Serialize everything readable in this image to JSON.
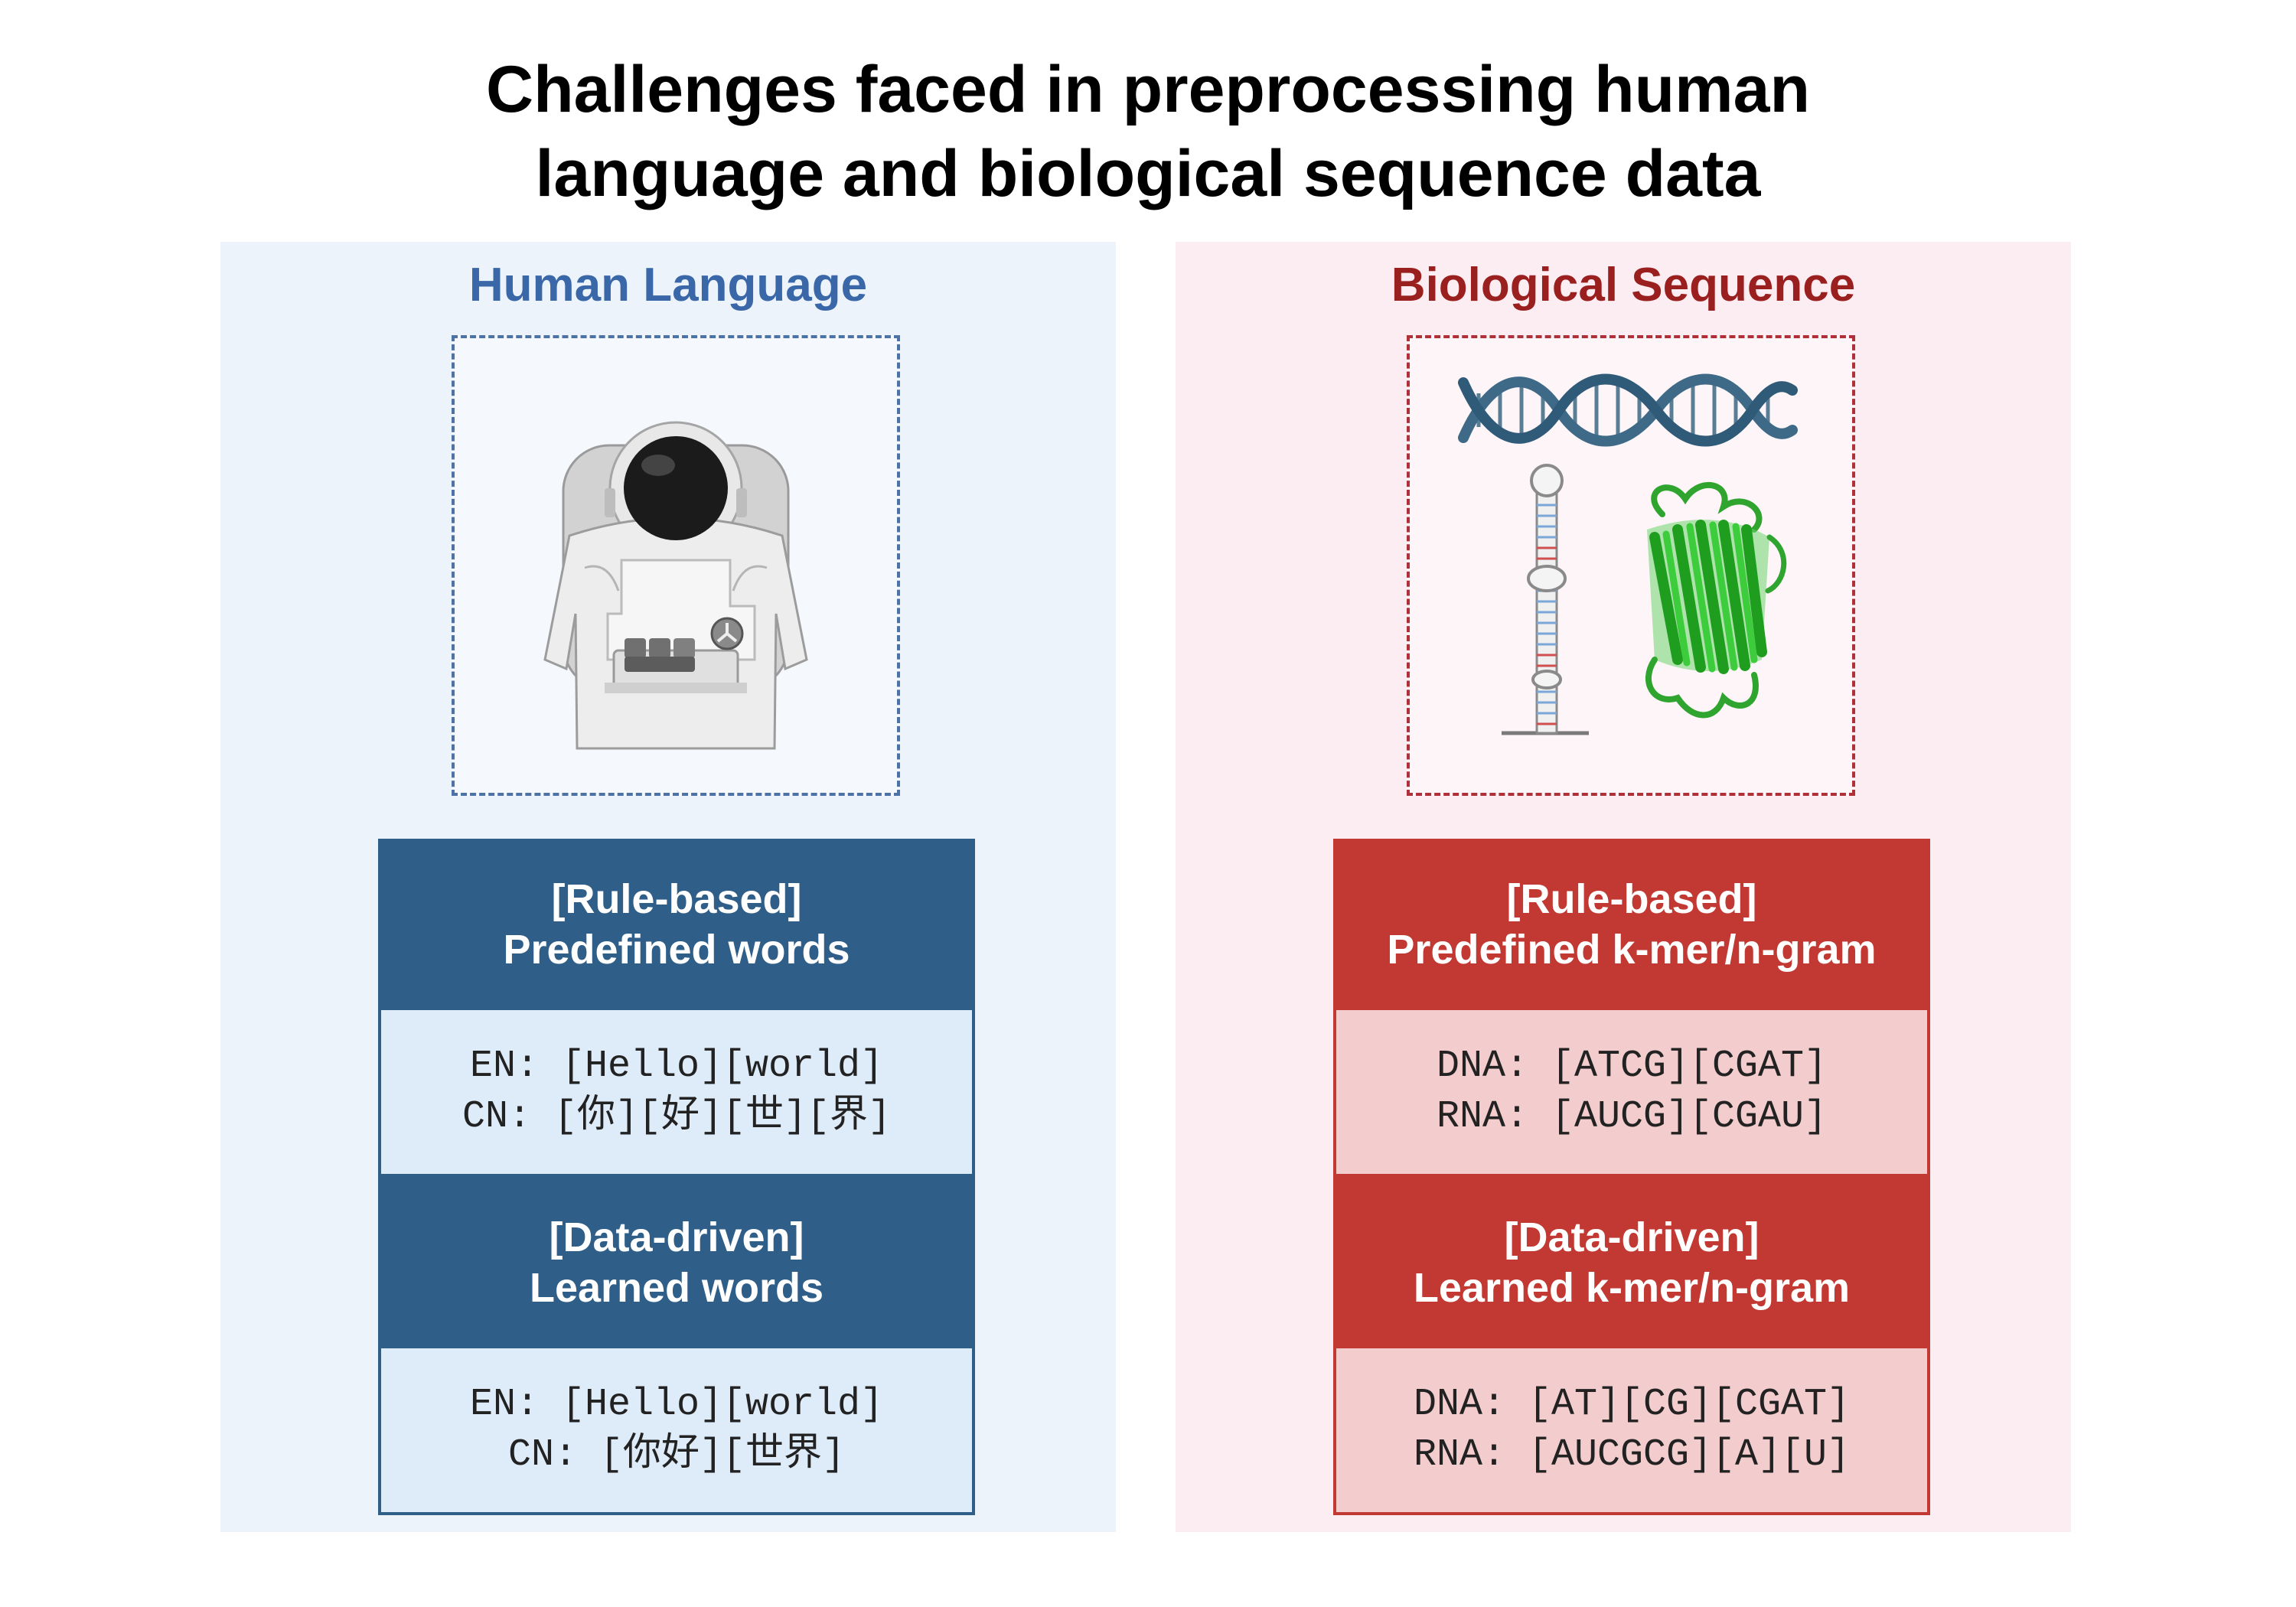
{
  "title": {
    "line1": "Challenges faced in preprocessing human",
    "line2": "language and biological sequence data"
  },
  "left": {
    "heading": "Human Language",
    "image_icon": "astronaut-icon",
    "rule": {
      "tag": "[Rule-based]",
      "label": "Predefined words",
      "ex1": "EN: [Hello][world]",
      "ex2": "CN: [你][好][世][界]"
    },
    "data": {
      "tag": "[Data-driven]",
      "label": "Learned words",
      "ex1": "EN: [Hello][world]",
      "ex2": "CN: [你好][世界]"
    }
  },
  "right": {
    "heading": "Biological Sequence",
    "image_icons": [
      "dna-helix-icon",
      "rna-hairpin-icon",
      "protein-structure-icon"
    ],
    "rule": {
      "tag": "[Rule-based]",
      "label": "Predefined k-mer/n-gram",
      "ex1": "DNA: [ATCG][CGAT]",
      "ex2": "RNA: [AUCG][CGAU]"
    },
    "data": {
      "tag": "[Data-driven]",
      "label": "Learned k-mer/n-gram",
      "ex1": "DNA: [AT][CG][CGAT]",
      "ex2": "RNA: [AUCGCG][A][U]"
    }
  },
  "colors": {
    "left_accent": "#2f5e88",
    "left_title": "#3a67a8",
    "left_panel_bg": "#ecf3fb",
    "right_accent": "#c23832",
    "right_title": "#9a1f1f",
    "right_panel_bg": "#fcedf3"
  }
}
